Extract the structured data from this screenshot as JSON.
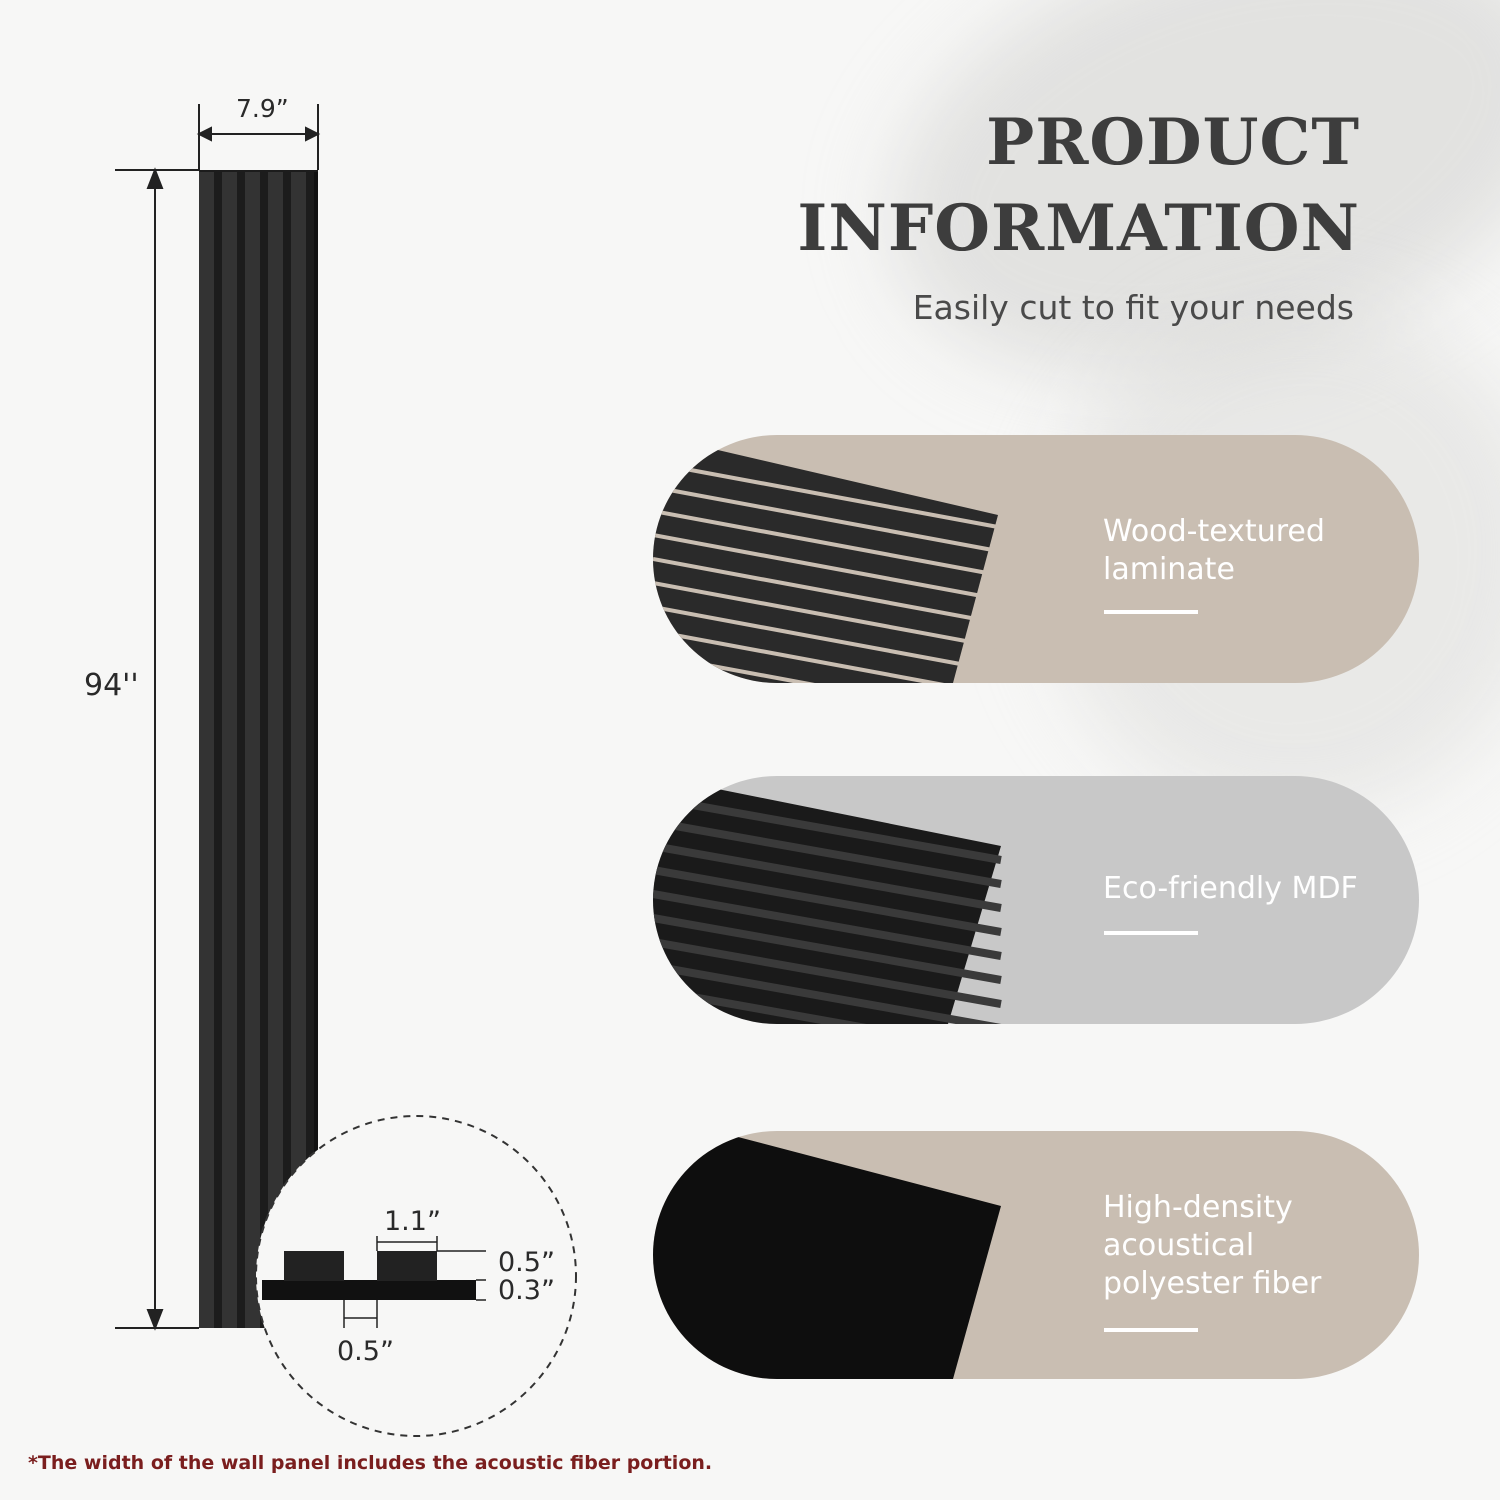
{
  "header": {
    "title_line1": "PRODUCT",
    "title_line2": "INFORMATION",
    "subtitle": "Easily cut to fit your needs"
  },
  "panel_diagram": {
    "width_label": "7.9”",
    "height_label": "94''",
    "detail": {
      "slat_width_label": "1.1”",
      "slat_depth_label": "0.5”",
      "base_depth_label": "0.3”",
      "gap_label": "0.5”"
    }
  },
  "features": [
    {
      "label": "Wood-textured laminate",
      "pill_color": "#c9beb2",
      "sample_icon": "wood-slats-sample"
    },
    {
      "label": "Eco-friendly MDF",
      "pill_color": "#c8c8c8",
      "sample_icon": "mdf-slats-sample"
    },
    {
      "label": "High-density acoustical polyester fiber",
      "pill_color": "#c9beb2",
      "sample_icon": "felt-backing-sample"
    }
  ],
  "footnote": "*The width of the wall panel includes the acoustic fiber portion."
}
